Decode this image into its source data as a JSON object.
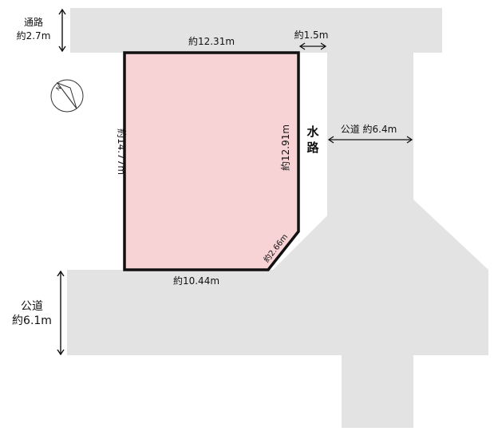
{
  "road_top": {
    "name": "通路",
    "width": "約2.7m"
  },
  "road_left": {
    "name": "公道",
    "width": "約6.1m"
  },
  "road_right": {
    "label": "公道 約6.4m"
  },
  "waterway": {
    "label": "水路"
  },
  "lot": {
    "top_edge": "約12.31m",
    "left_edge": "約14.77m",
    "right_edge": "約12.91m",
    "bottom_edge": "約10.44m",
    "corner_edge": "約2.66m"
  },
  "gap_right": "約1.5m",
  "north_arrow": {
    "letter": "N"
  },
  "colors": {
    "lot_fill": "#f7d3d6",
    "road": "#e3e3e3",
    "outline": "#111111"
  }
}
